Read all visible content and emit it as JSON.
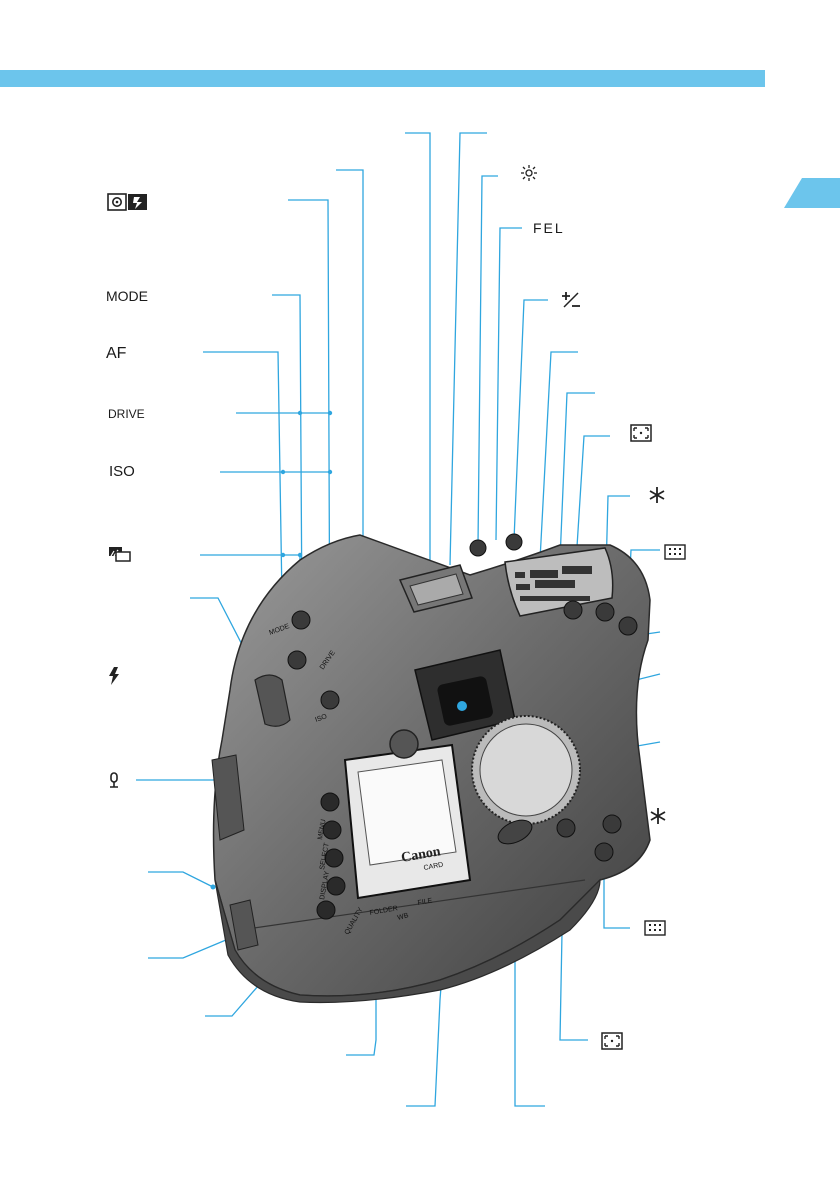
{
  "colors": {
    "accent": "#6cc5ec",
    "line": "#2fa6df",
    "camera_body": "#6d6d6d",
    "camera_dark": "#3a3a3a"
  },
  "labels": {
    "mode": "MODE",
    "af": "AF",
    "drive": "DRIVE",
    "iso": "ISO",
    "fel": "FEL",
    "exp_comp": "+/-",
    "camera_brand": "Canon",
    "btn_quality": "QUALITY",
    "btn_wb": "WB",
    "btn_folder": "FOLDER",
    "btn_file": "FILE",
    "btn_card": "CARD",
    "btn_menu": "MENU",
    "btn_select": "SELECT",
    "btn_display": "DISPLAY"
  },
  "icons": {
    "metering_flash": "metering-flash-comp-icon",
    "bracketing": "bracketing-icon",
    "flash": "flash-icon",
    "microphone": "microphone-icon",
    "illumination": "lcd-illumination-icon",
    "af_point": "af-point-selection-icon",
    "ae_lock": "ae-lock-asterisk-icon",
    "af_frame": "af-frame-grid-icon"
  }
}
